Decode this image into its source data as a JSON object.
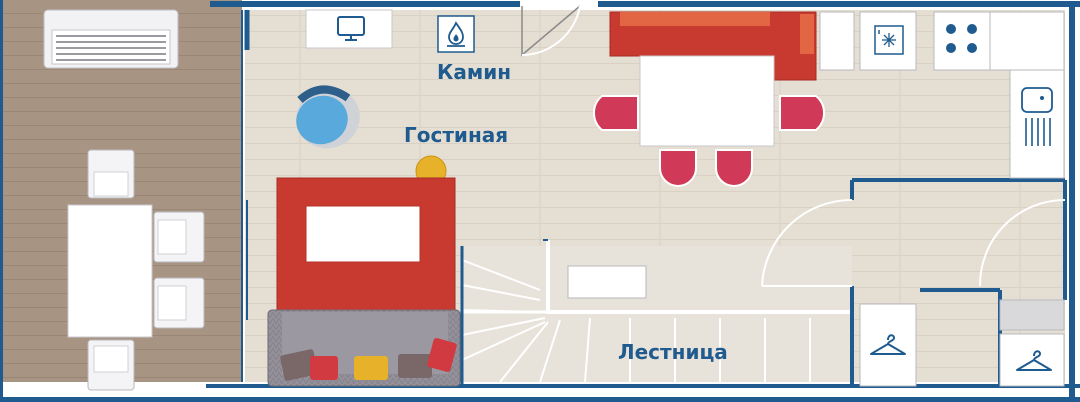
{
  "plan": {
    "rooms": {
      "fireplace": "Камин",
      "living_room": "Гостиная",
      "staircase": "Лестница"
    },
    "colors": {
      "wall": "#1f5b8f",
      "floor": "#e3ddd2",
      "deck": "#a89482",
      "rug_red": "#c83a30",
      "chair_pink": "#d03a58",
      "armchair_blue": "#5aa9dc",
      "pouf_yellow": "#e8b12a",
      "sofa_gray": "#8d8a92"
    },
    "icons": [
      "tv-icon",
      "fireplace-icon",
      "hanger-icon",
      "safe-icon",
      "stove-icon",
      "sink-icon"
    ]
  }
}
